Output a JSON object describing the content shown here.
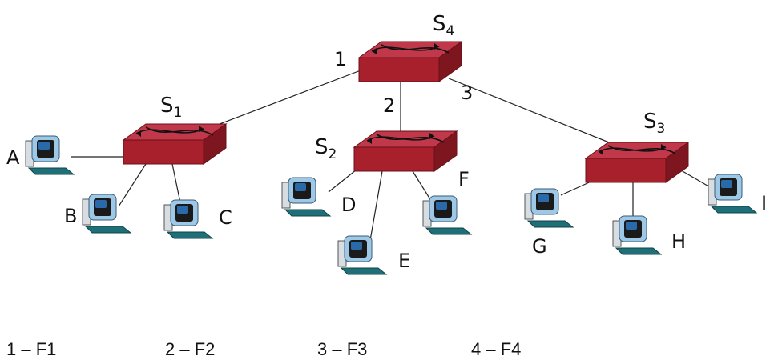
{
  "switches": [
    {
      "id": "S4",
      "base": "S",
      "sub": "4"
    },
    {
      "id": "S1",
      "base": "S",
      "sub": "1"
    },
    {
      "id": "S2",
      "base": "S",
      "sub": "2"
    },
    {
      "id": "S3",
      "base": "S",
      "sub": "3"
    }
  ],
  "ports": [
    "1",
    "2",
    "3"
  ],
  "hosts": [
    "A",
    "B",
    "C",
    "D",
    "E",
    "F",
    "G",
    "H",
    "I"
  ],
  "legend": [
    "1 – F1",
    "2 – F2",
    "3 – F3",
    "4 – F4"
  ],
  "colors": {
    "switch": "#a8202c",
    "switch_top": "#c0384a",
    "screen": "#2a6aa8",
    "link": "#222222"
  }
}
